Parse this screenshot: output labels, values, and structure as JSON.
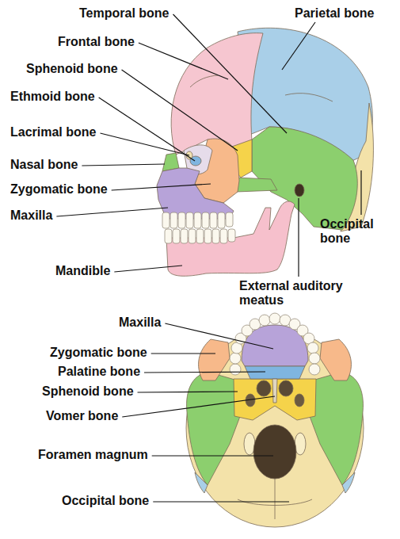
{
  "diagram": {
    "labels": [
      "Temporal bone",
      "Parietal bone",
      "Frontal bone",
      "Sphenoid bone",
      "Ethmoid bone",
      "Lacrimal bone",
      "Nasal bone",
      "Zygomatic bone",
      "Maxilla",
      "Occipital bone",
      "Mandible",
      "External auditory meatus",
      "Maxilla",
      "Zygomatic bone",
      "Palatine bone",
      "Sphenoid bone",
      "Vomer bone",
      "Foramen magnum",
      "Occipital bone"
    ]
  }
}
